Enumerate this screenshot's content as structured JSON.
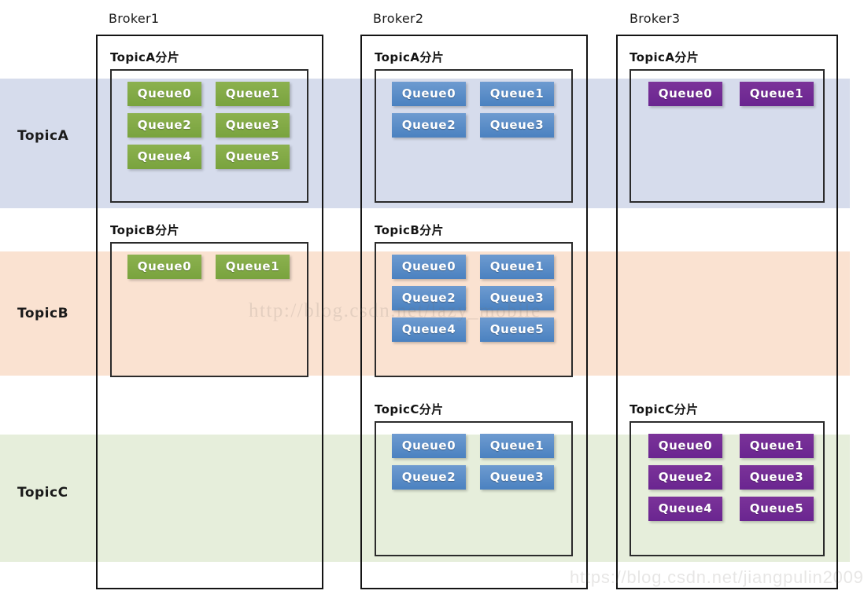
{
  "diagram": {
    "title_row_labels": [
      "Broker1",
      "Broker2",
      "Broker3"
    ],
    "topic_labels": [
      "TopicA",
      "TopicB",
      "TopicC"
    ],
    "band_colors": {
      "topicA": "#d6dcec",
      "topicB": "#fae2d1",
      "topicC": "#e6eedb"
    },
    "queue_colors": {
      "green": "#79a33e",
      "blue": "#4a81c0",
      "purple": "#6a2590"
    }
  },
  "brokers": [
    {
      "name": "Broker1",
      "shards": [
        {
          "title": "TopicA分片",
          "color": "green",
          "queues": [
            "Queue0",
            "Queue1",
            "Queue2",
            "Queue3",
            "Queue4",
            "Queue5"
          ]
        },
        {
          "title": "TopicB分片",
          "color": "green",
          "queues": [
            "Queue0",
            "Queue1"
          ]
        }
      ]
    },
    {
      "name": "Broker2",
      "shards": [
        {
          "title": "TopicA分片",
          "color": "blue",
          "queues": [
            "Queue0",
            "Queue1",
            "Queue2",
            "Queue3"
          ]
        },
        {
          "title": "TopicB分片",
          "color": "blue",
          "queues": [
            "Queue0",
            "Queue1",
            "Queue2",
            "Queue3",
            "Queue4",
            "Queue5"
          ]
        },
        {
          "title": "TopicC分片",
          "color": "blue",
          "queues": [
            "Queue0",
            "Queue1",
            "Queue2",
            "Queue3"
          ]
        }
      ]
    },
    {
      "name": "Broker3",
      "shards": [
        {
          "title": "TopicA分片",
          "color": "purple",
          "queues": [
            "Queue0",
            "Queue1"
          ]
        },
        {
          "title": "TopicC分片",
          "color": "purple",
          "queues": [
            "Queue0",
            "Queue1",
            "Queue2",
            "Queue3",
            "Queue4",
            "Queue5"
          ]
        }
      ]
    }
  ],
  "watermarks": {
    "middle": "http://blog.csdn.net/lazy_mobile",
    "bottom": "https://blog.csdn.net/jiangpulin2009"
  }
}
